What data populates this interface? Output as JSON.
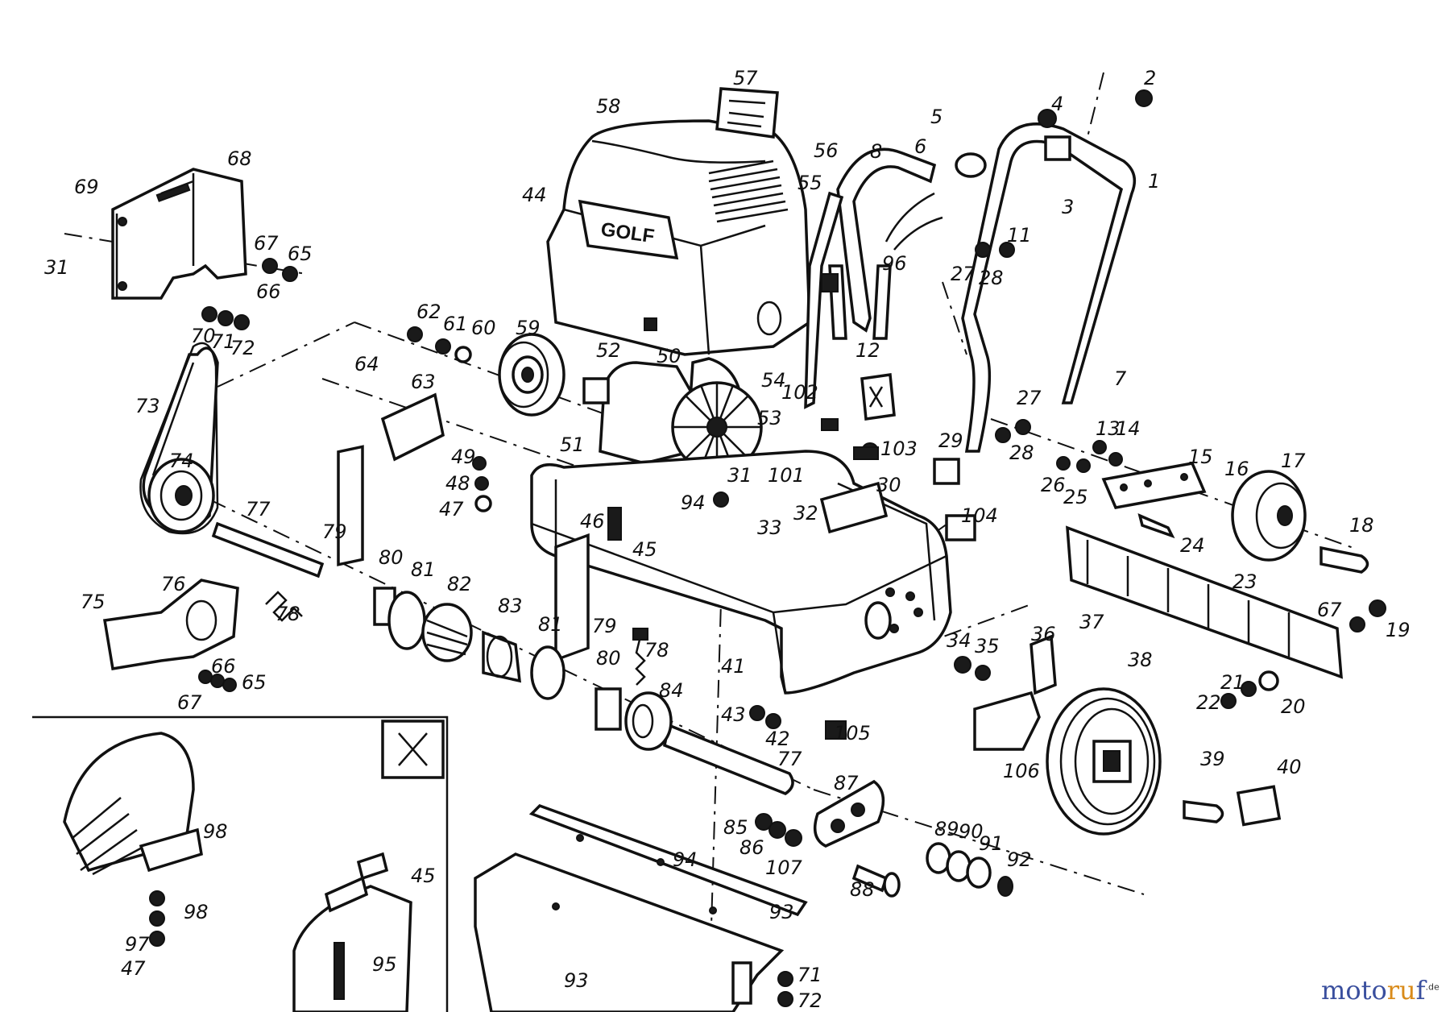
{
  "diagram": {
    "logo": {
      "part1": "moto",
      "part2": "ru",
      "part3": "f",
      "suffix": ".de"
    },
    "housing_badge": "GOLF",
    "callouts": [
      {
        "id": "c1",
        "text": "1"
      },
      {
        "id": "c2",
        "text": "2"
      },
      {
        "id": "c3",
        "text": "3"
      },
      {
        "id": "c4",
        "text": "4"
      },
      {
        "id": "c5",
        "text": "5"
      },
      {
        "id": "c6",
        "text": "6"
      },
      {
        "id": "c7",
        "text": "7"
      },
      {
        "id": "c8",
        "text": "8"
      },
      {
        "id": "c11",
        "text": "11"
      },
      {
        "id": "c12",
        "text": "12"
      },
      {
        "id": "c13",
        "text": "13"
      },
      {
        "id": "c14",
        "text": "14"
      },
      {
        "id": "c15",
        "text": "15"
      },
      {
        "id": "c16",
        "text": "16"
      },
      {
        "id": "c17",
        "text": "17"
      },
      {
        "id": "c18",
        "text": "18"
      },
      {
        "id": "c19",
        "text": "19"
      },
      {
        "id": "c20",
        "text": "20"
      },
      {
        "id": "c21",
        "text": "21"
      },
      {
        "id": "c22",
        "text": "22"
      },
      {
        "id": "c23",
        "text": "23"
      },
      {
        "id": "c24",
        "text": "24"
      },
      {
        "id": "c25",
        "text": "25"
      },
      {
        "id": "c26",
        "text": "26"
      },
      {
        "id": "c27a",
        "text": "27"
      },
      {
        "id": "c27b",
        "text": "27"
      },
      {
        "id": "c28a",
        "text": "28"
      },
      {
        "id": "c28b",
        "text": "28"
      },
      {
        "id": "c29",
        "text": "29"
      },
      {
        "id": "c30",
        "text": "30"
      },
      {
        "id": "c31a",
        "text": "31"
      },
      {
        "id": "c31b",
        "text": "31"
      },
      {
        "id": "c32",
        "text": "32"
      },
      {
        "id": "c33",
        "text": "33"
      },
      {
        "id": "c34",
        "text": "34"
      },
      {
        "id": "c35",
        "text": "35"
      },
      {
        "id": "c36",
        "text": "36"
      },
      {
        "id": "c37",
        "text": "37"
      },
      {
        "id": "c38",
        "text": "38"
      },
      {
        "id": "c39",
        "text": "39"
      },
      {
        "id": "c40",
        "text": "40"
      },
      {
        "id": "c41",
        "text": "41"
      },
      {
        "id": "c42",
        "text": "42"
      },
      {
        "id": "c43",
        "text": "43"
      },
      {
        "id": "c44",
        "text": "44"
      },
      {
        "id": "c45a",
        "text": "45"
      },
      {
        "id": "c45b",
        "text": "45"
      },
      {
        "id": "c46",
        "text": "46"
      },
      {
        "id": "c47a",
        "text": "47"
      },
      {
        "id": "c47b",
        "text": "47"
      },
      {
        "id": "c48",
        "text": "48"
      },
      {
        "id": "c49",
        "text": "49"
      },
      {
        "id": "c50",
        "text": "50"
      },
      {
        "id": "c51",
        "text": "51"
      },
      {
        "id": "c52",
        "text": "52"
      },
      {
        "id": "c53",
        "text": "53"
      },
      {
        "id": "c54",
        "text": "54"
      },
      {
        "id": "c55",
        "text": "55"
      },
      {
        "id": "c56",
        "text": "56"
      },
      {
        "id": "c57",
        "text": "57"
      },
      {
        "id": "c58",
        "text": "58"
      },
      {
        "id": "c59",
        "text": "59"
      },
      {
        "id": "c60",
        "text": "60"
      },
      {
        "id": "c61",
        "text": "61"
      },
      {
        "id": "c62",
        "text": "62"
      },
      {
        "id": "c63",
        "text": "63"
      },
      {
        "id": "c64",
        "text": "64"
      },
      {
        "id": "c65a",
        "text": "65"
      },
      {
        "id": "c65b",
        "text": "65"
      },
      {
        "id": "c66a",
        "text": "66"
      },
      {
        "id": "c66b",
        "text": "66"
      },
      {
        "id": "c67a",
        "text": "67"
      },
      {
        "id": "c67b",
        "text": "67"
      },
      {
        "id": "c67c",
        "text": "67"
      },
      {
        "id": "c68",
        "text": "68"
      },
      {
        "id": "c69",
        "text": "69"
      },
      {
        "id": "c70",
        "text": "70"
      },
      {
        "id": "c71a",
        "text": "71"
      },
      {
        "id": "c71b",
        "text": "71"
      },
      {
        "id": "c72a",
        "text": "72"
      },
      {
        "id": "c72b",
        "text": "72"
      },
      {
        "id": "c73",
        "text": "73"
      },
      {
        "id": "c74",
        "text": "74"
      },
      {
        "id": "c75",
        "text": "75"
      },
      {
        "id": "c76",
        "text": "76"
      },
      {
        "id": "c77a",
        "text": "77"
      },
      {
        "id": "c77b",
        "text": "77"
      },
      {
        "id": "c78a",
        "text": "78"
      },
      {
        "id": "c78b",
        "text": "78"
      },
      {
        "id": "c79a",
        "text": "79"
      },
      {
        "id": "c79b",
        "text": "79"
      },
      {
        "id": "c80a",
        "text": "80"
      },
      {
        "id": "c80b",
        "text": "80"
      },
      {
        "id": "c81a",
        "text": "81"
      },
      {
        "id": "c81b",
        "text": "81"
      },
      {
        "id": "c82",
        "text": "82"
      },
      {
        "id": "c83",
        "text": "83"
      },
      {
        "id": "c84",
        "text": "84"
      },
      {
        "id": "c85",
        "text": "85"
      },
      {
        "id": "c86",
        "text": "86"
      },
      {
        "id": "c87",
        "text": "87"
      },
      {
        "id": "c88",
        "text": "88"
      },
      {
        "id": "c89",
        "text": "89"
      },
      {
        "id": "c90",
        "text": "90"
      },
      {
        "id": "c91",
        "text": "91"
      },
      {
        "id": "c92",
        "text": "92"
      },
      {
        "id": "c93a",
        "text": "93"
      },
      {
        "id": "c93b",
        "text": "93"
      },
      {
        "id": "c94a",
        "text": "94"
      },
      {
        "id": "c94b",
        "text": "94"
      },
      {
        "id": "c95",
        "text": "95"
      },
      {
        "id": "c96",
        "text": "96"
      },
      {
        "id": "c97",
        "text": "97"
      },
      {
        "id": "c98a",
        "text": "98"
      },
      {
        "id": "c98b",
        "text": "98"
      },
      {
        "id": "c101",
        "text": "101"
      },
      {
        "id": "c102",
        "text": "102"
      },
      {
        "id": "c103",
        "text": "103"
      },
      {
        "id": "c104",
        "text": "104"
      },
      {
        "id": "c105",
        "text": "105"
      },
      {
        "id": "c106",
        "text": "106"
      },
      {
        "id": "c107",
        "text": "107"
      }
    ]
  }
}
